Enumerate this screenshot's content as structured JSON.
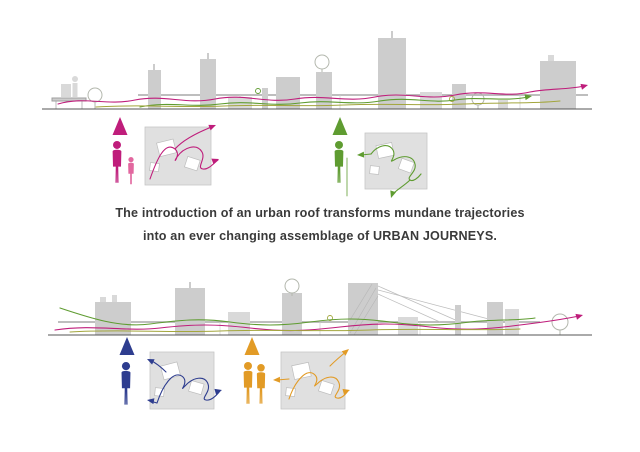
{
  "caption": {
    "line1": "The introduction of an urban roof transforms mundane trajectories",
    "line2": "into an ever changing assemblage of URBAN JOURNEYS."
  },
  "colors": {
    "magenta": "#bf1d7b",
    "pink": "#e2679f",
    "green": "#5f9c31",
    "olive": "#a3a63d",
    "blue": "#2e3d8f",
    "orange": "#e29b26",
    "building": "#cdcdcd",
    "building_light": "#d9d9d9",
    "plan_bg": "#e0e0e0",
    "line_dark": "#555555",
    "tree": "#b3b7ad",
    "text": "#3a3a3a"
  },
  "markers": {
    "top": [
      {
        "id": "magenta-journey",
        "figures": "adult and child"
      },
      {
        "id": "green-journey",
        "figures": "single adult"
      }
    ],
    "bottom": [
      {
        "id": "blue-journey",
        "figures": "single adult"
      },
      {
        "id": "orange-journey",
        "figures": "two adults"
      }
    ]
  }
}
